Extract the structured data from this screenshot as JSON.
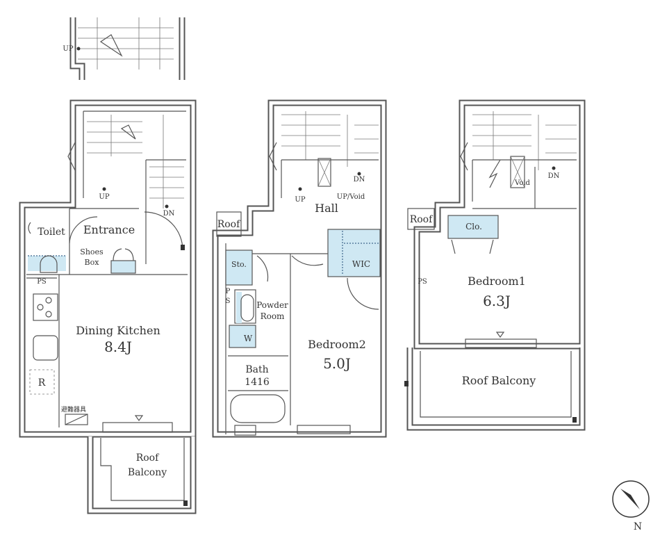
{
  "top_stair": {
    "up": "UP"
  },
  "floor1": {
    "up": "UP",
    "dn": "DN",
    "entrance": "Entrance",
    "toilet": "Toilet",
    "shoes_box_line1": "Shoes",
    "shoes_box_line2": "Box",
    "ps": "PS",
    "dining_kitchen": "Dining Kitchen",
    "dining_kitchen_size": "8.4J",
    "refrigerator": "R",
    "evacuation_equipment": "避難器具",
    "roof_balcony_line1": "Roof",
    "roof_balcony_line2": "Balcony"
  },
  "floor2": {
    "up": "UP",
    "dn": "DN",
    "up_void": "UP/Void",
    "hall": "Hall",
    "roof": "Roof",
    "storage": "Sto.",
    "ps_p": "P",
    "ps_s": "S",
    "powder_room_line1": "Powder",
    "powder_room_line2": "Room",
    "washer": "W",
    "bath": "Bath",
    "bath_size": "1416",
    "wic": "WIC",
    "bedroom2": "Bedroom2",
    "bedroom2_size": "5.0J"
  },
  "floor3": {
    "void": "Void",
    "dn": "DN",
    "roof": "Roof",
    "closet": "Clo.",
    "ps": "PS",
    "bedroom1": "Bedroom1",
    "bedroom1_size": "6.3J",
    "roof_balcony": "Roof Balcony"
  },
  "compass": {
    "north": "N"
  },
  "colors": {
    "storage_fill": "#cfe8f3",
    "wall": "#555555"
  }
}
